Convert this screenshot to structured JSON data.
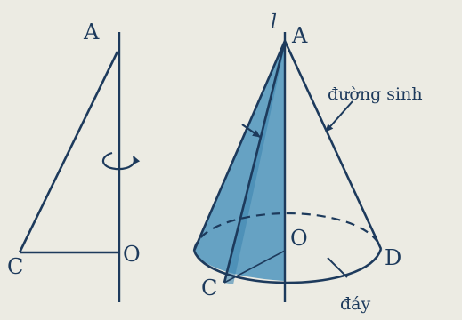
{
  "labels": {
    "left_apex": "A",
    "left_corner": "C",
    "left_foot": "O",
    "axis": "l",
    "cone_apex": "A",
    "cone_center": "O",
    "cone_left": "C",
    "cone_right": "D",
    "generatrix": "đường sinh",
    "base": "đáy"
  },
  "colors": {
    "ink": "#1d3a5c",
    "paper": "#ecebe3",
    "shade": "#4f95bd",
    "shade_dark": "#3e85b0"
  }
}
